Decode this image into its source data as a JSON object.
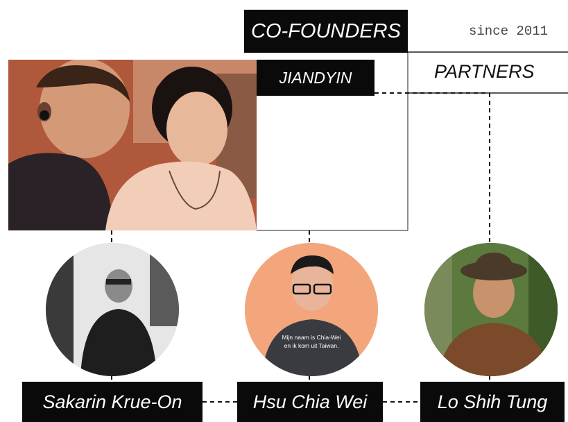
{
  "header": {
    "cofounders_label": "CO-FOUNDERS",
    "since_label": "since 2011",
    "partners_label": "PARTNERS"
  },
  "org": {
    "name": "JIANDYIN"
  },
  "people": [
    {
      "name": "Sakarin Krue-On"
    },
    {
      "name": "Hsu Chia Wei",
      "subtitle_line1": "Mijn naam is Chia-Wei",
      "subtitle_line2": "en ik kom uit Taiwan."
    },
    {
      "name": "Lo Shih Tung"
    }
  ],
  "colors": {
    "label_bg": "#0a0a0a",
    "label_text": "#ffffff",
    "line": "#111111"
  }
}
